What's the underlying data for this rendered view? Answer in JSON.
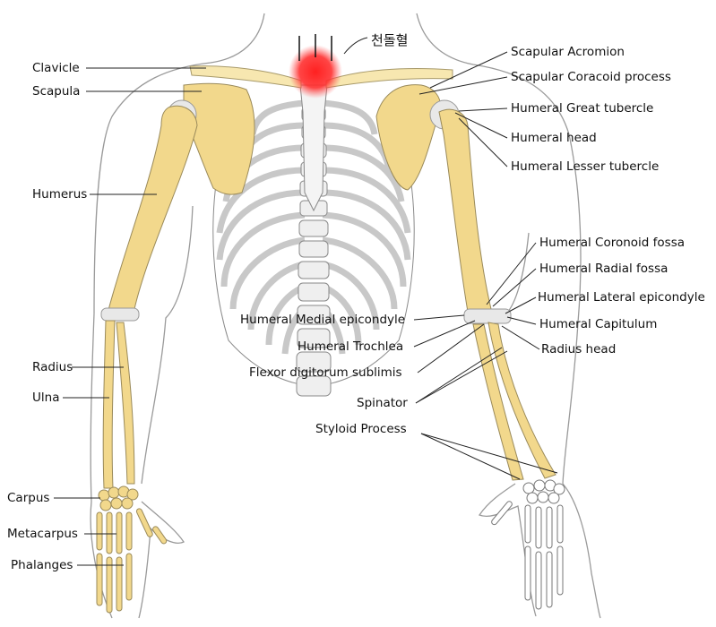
{
  "annotation": {
    "korean_text": "천돌혈"
  },
  "labels_left": {
    "clavicle": "Clavicle",
    "scapula": "Scapula",
    "humerus": "Humerus",
    "radius": "Radius",
    "ulna": "Ulna",
    "carpus": "Carpus",
    "metacarpus": "Metacarpus",
    "phalanges": "Phalanges"
  },
  "labels_right": {
    "scapular_acromion": "Scapular Acromion",
    "scapular_coracoid": "Scapular Coracoid process",
    "humeral_great_tubercle": "Humeral Great tubercle",
    "humeral_head": "Humeral head",
    "humeral_lesser_tubercle": "Humeral Lesser tubercle",
    "humeral_coronoid_fossa": "Humeral Coronoid fossa",
    "humeral_radial_fossa": "Humeral Radial fossa",
    "humeral_lateral_epicondyle": "Humeral Lateral epicondyle",
    "humeral_capitulum": "Humeral Capitulum",
    "radius_head": "Radius head"
  },
  "labels_center": {
    "humeral_medial_epicondyle": "Humeral Medial epicondyle",
    "humeral_trochlea": "Humeral Trochlea",
    "flexor_digitorum": "Flexor digitorum sublimis",
    "spinator": "Spinator",
    "styloid_process": "Styloid Process"
  },
  "colors": {
    "bone": "#f2d88c",
    "cartilage": "#e8e8e8",
    "highlight": "#ee1c1c",
    "rib": "#c8c8c8"
  }
}
